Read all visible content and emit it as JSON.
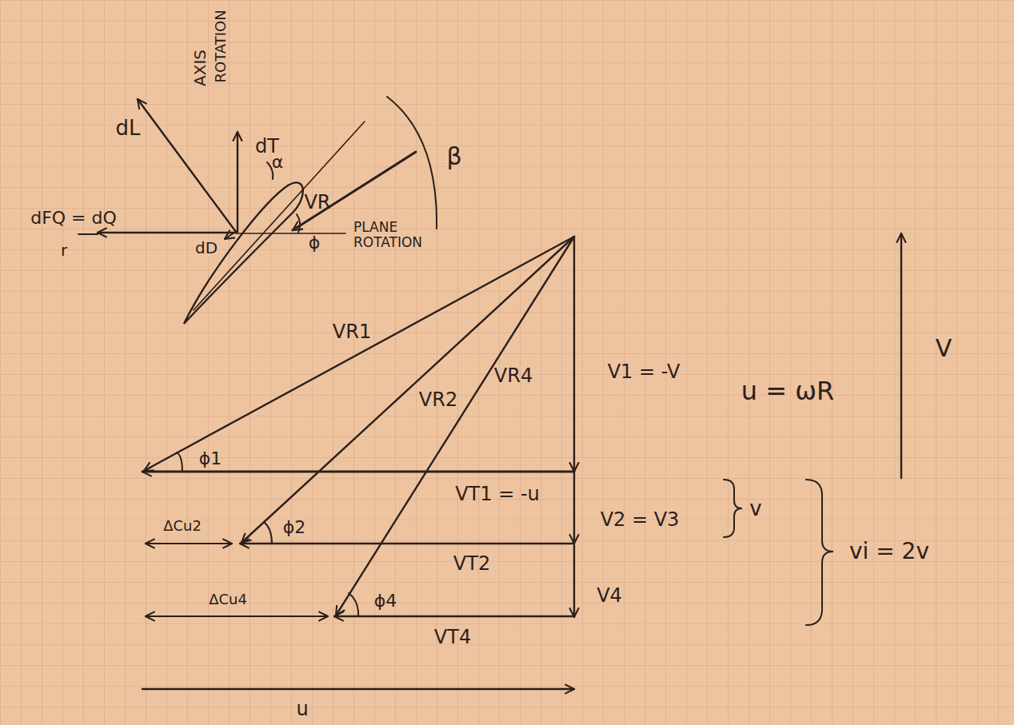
{
  "diagram": {
    "labels": [
      "AXIS",
      "ROTATION",
      "dT",
      "dL",
      "α",
      "VR",
      "ϕ",
      "β",
      "dFQ = dQ",
      "r",
      "dD",
      "PLANE ROTATION",
      "VR1",
      "VR2",
      "VR4",
      "V1 = -V",
      "u = ωR",
      "V",
      "ϕ1",
      "VT1 = -u",
      "V2 = V3",
      "v",
      "vi = 2v",
      "ΔCu2",
      "ϕ2",
      "VT2",
      "V4",
      "ΔCu4",
      "ϕ4",
      "VT4",
      "u"
    ]
  }
}
